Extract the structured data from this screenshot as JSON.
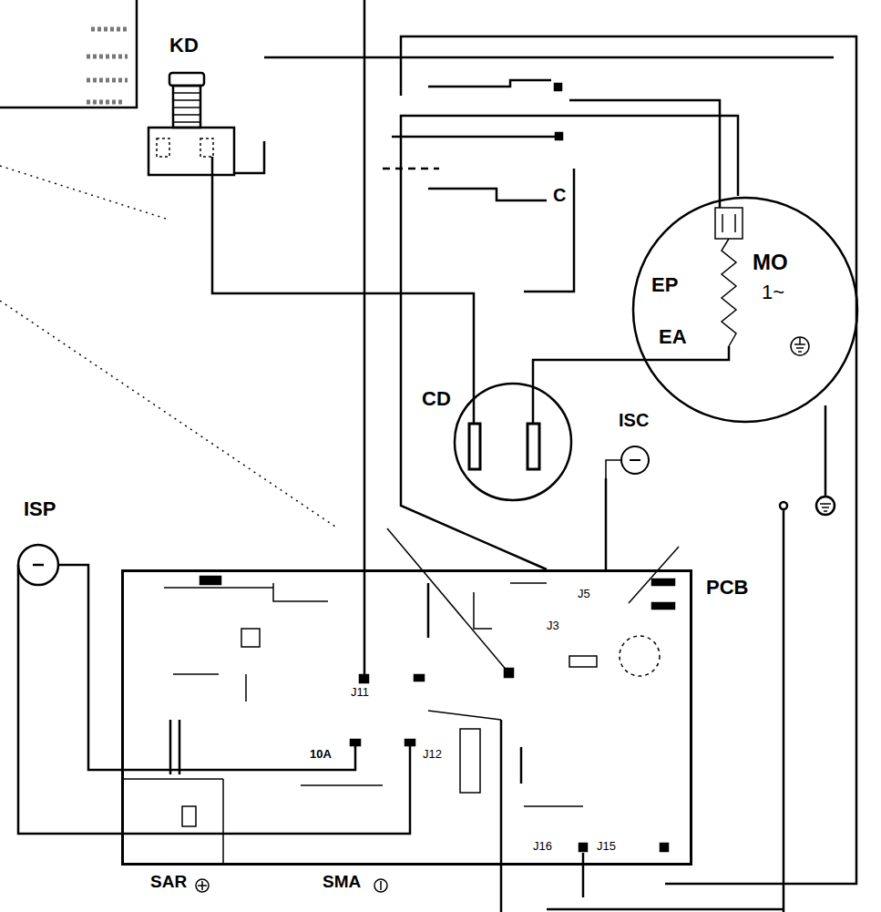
{
  "diagram": {
    "nodes": [
      {
        "text": [
          "KD"
        ]
      },
      {
        "text": [
          "MO",
          "1~",
          "EP",
          "EA"
        ]
      },
      {
        "text": [
          "CD"
        ]
      },
      {
        "text": [
          "ISC"
        ]
      },
      {
        "text": [
          "ISP"
        ]
      },
      {
        "text": [
          "PCB"
        ]
      }
    ],
    "edges": [
      {
        "from": 0,
        "to": 2,
        "arrow": "none"
      },
      {
        "from": 2,
        "to": 1,
        "arrow": "none"
      },
      {
        "from": 4,
        "to": 5,
        "arrow": "none"
      },
      {
        "from": 3,
        "to": 5,
        "arrow": "none"
      },
      {
        "from": 1,
        "to": 5,
        "arrow": "none"
      }
    ],
    "labels": [
      "C",
      "J5",
      "J3",
      "J11",
      "10A",
      "J12",
      "J16",
      "J15",
      "SAR",
      "SMA"
    ]
  }
}
